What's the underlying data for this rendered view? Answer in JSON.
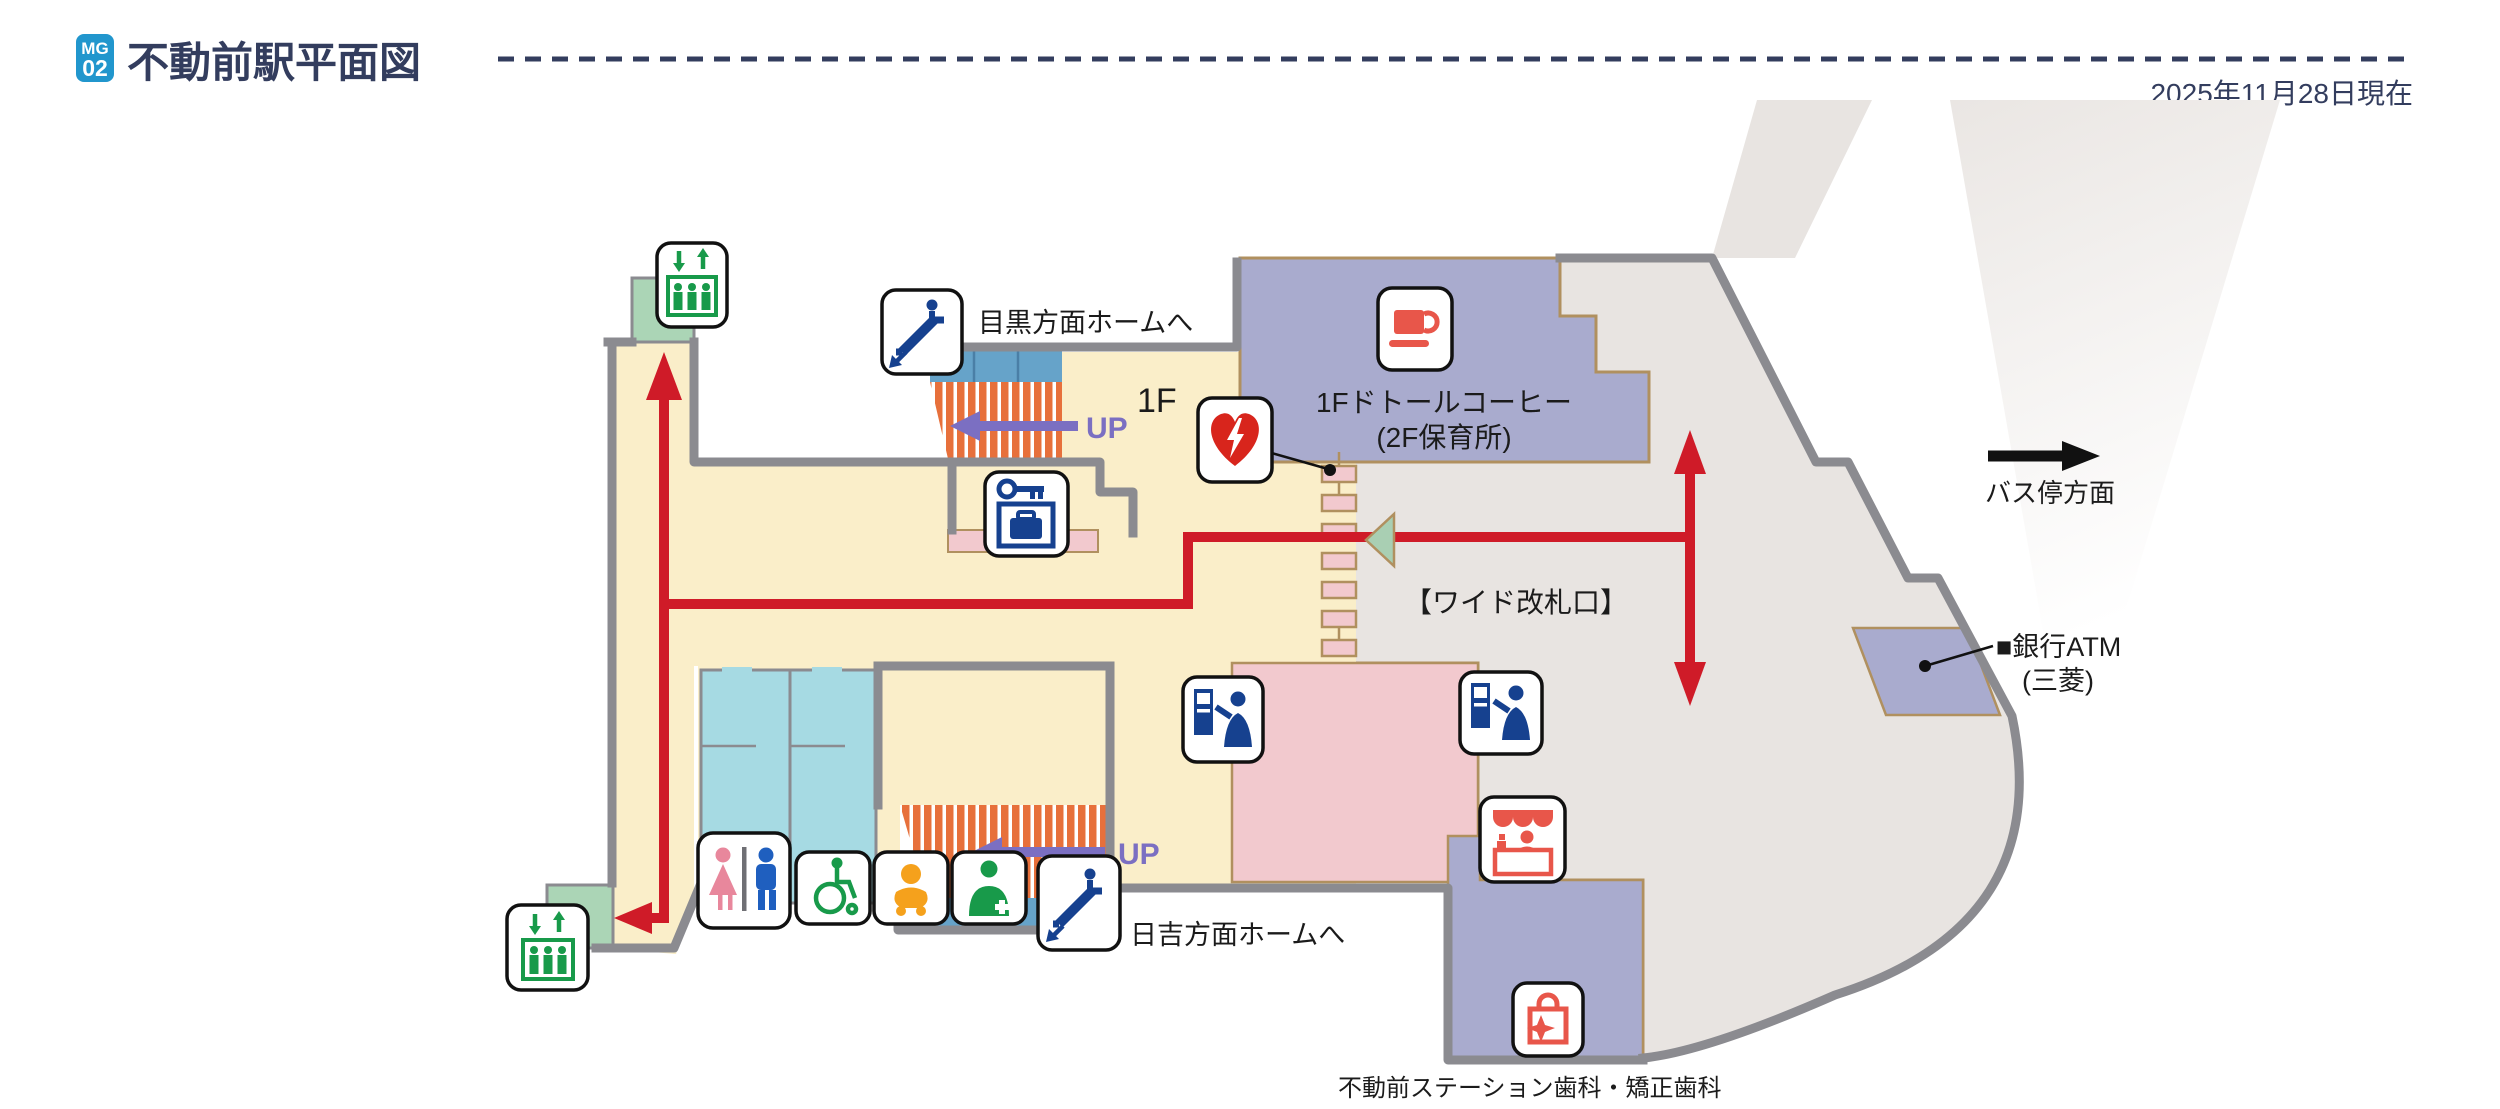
{
  "header": {
    "badge_line1": "MG",
    "badge_line2": "02",
    "title": "不動前駅平面図",
    "date_note": "2025年11月28日現在"
  },
  "map": {
    "floor_label": "1F",
    "labels": {
      "to_meguro": "目黒方面ホームへ",
      "to_hiyoshi": "日吉方面ホームへ",
      "doutor_line1": "1Fドトールコーヒー",
      "doutor_line2": "(2F保育所)",
      "wide_gate": "【ワイド改札口】",
      "bus_stop": "バス停方面",
      "atm_line1": "■銀行ATM",
      "atm_line2": "(三菱)",
      "dental": "不動前ステーション歯科・矯正歯科",
      "up_meguro": "UP",
      "up_hiyoshi": "UP"
    },
    "icons": [
      {
        "name": "elevator-icon",
        "meaning": "エレベーター",
        "count": 2
      },
      {
        "name": "escalator-icon",
        "meaning": "エスカレーター",
        "count": 2
      },
      {
        "name": "aed-icon",
        "meaning": "AED"
      },
      {
        "name": "coffee-shop-icon",
        "meaning": "ドトールコーヒー"
      },
      {
        "name": "coin-locker-icon",
        "meaning": "コインロッカー"
      },
      {
        "name": "ticket-machine-icon",
        "meaning": "券売機",
        "count": 2
      },
      {
        "name": "kiosk-icon",
        "meaning": "売店"
      },
      {
        "name": "shop-bag-icon",
        "meaning": "店舗(歯科)"
      },
      {
        "name": "restroom-icon",
        "meaning": "トイレ"
      },
      {
        "name": "wheelchair-icon",
        "meaning": "車いす対応"
      },
      {
        "name": "baby-icon",
        "meaning": "ベビーシート"
      },
      {
        "name": "nursing-icon",
        "meaning": "救護・多目的"
      }
    ],
    "colors": {
      "badge_blue": "#2196cd",
      "navy_text": "#333d5e",
      "floor_cream": "#faeec9",
      "shop_purple": "#a9abce",
      "office_pink": "#f2c9ce",
      "toilet_blue": "#a6dae3",
      "elevator_green_bg": "#abd5b6",
      "paved_gray": "#e8e4e1",
      "wall_gray": "#8b8b90",
      "tan_border": "#b0905f",
      "route_red": "#cf1b28",
      "up_purple": "#7b6fc2",
      "stair_orange": "#e7703b",
      "landing_blue": "#66a3c9",
      "icon_blue": "#16418f",
      "icon_green": "#189a4a",
      "icon_red": "#e8564a",
      "aed_red": "#d8251c",
      "gate_green": "#a9cfb3"
    }
  }
}
